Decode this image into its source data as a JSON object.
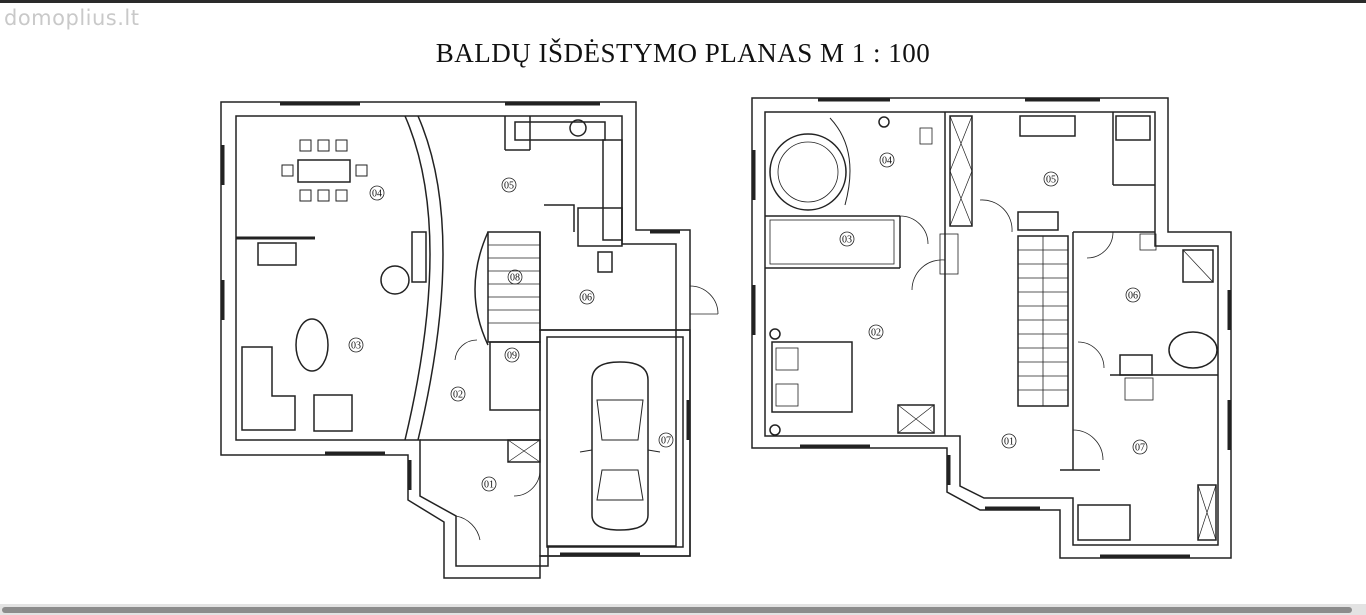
{
  "watermark": "domoplius.lt",
  "title": "BALDŲ IŠDĖSTYMO PLANAS M 1 : 100",
  "ground_floor": {
    "rooms": [
      "04",
      "05",
      "03",
      "08",
      "06",
      "09",
      "02",
      "07",
      "01"
    ]
  },
  "upper_floor": {
    "rooms": [
      "04",
      "05",
      "03",
      "02",
      "06",
      "01",
      "07"
    ]
  }
}
